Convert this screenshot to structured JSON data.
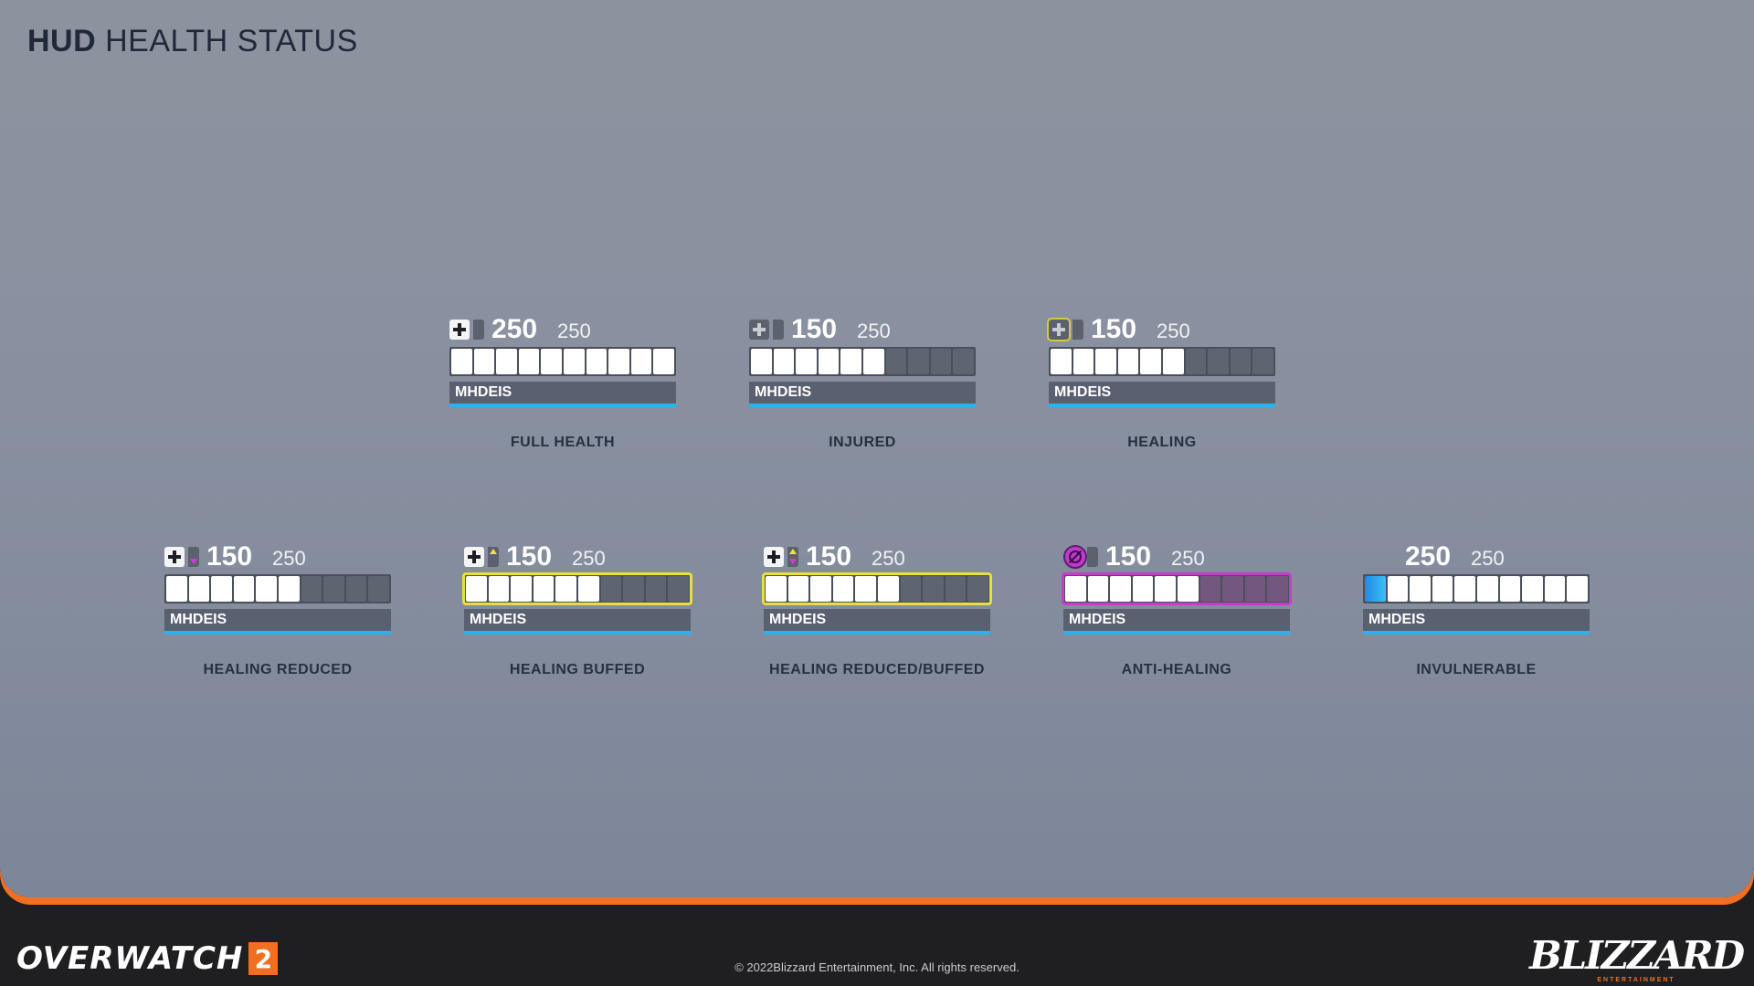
{
  "title": {
    "bold": "HUD",
    "rest": " HEALTH STATUS"
  },
  "hero_name": "MHDEIS",
  "states": [
    {
      "id": "full-health",
      "caption": "FULL HEALTH",
      "hp_current": "250",
      "hp_max": "250",
      "filled_segments": 10,
      "icon": "heal-cross-icon",
      "variant": "normal"
    },
    {
      "id": "injured",
      "caption": "INJURED",
      "hp_current": "150",
      "hp_max": "250",
      "filled_segments": 6,
      "icon": "heal-cross-icon",
      "variant": "injured"
    },
    {
      "id": "healing",
      "caption": "HEALING",
      "hp_current": "150",
      "hp_max": "250",
      "filled_segments": 6,
      "icon": "heal-cross-icon",
      "variant": "healing"
    },
    {
      "id": "healing-reduced",
      "caption": "HEALING REDUCED",
      "hp_current": "150",
      "hp_max": "250",
      "filled_segments": 6,
      "icon": "heal-cross-icon",
      "variant": "reduced"
    },
    {
      "id": "healing-buffed",
      "caption": "HEALING BUFFED",
      "hp_current": "150",
      "hp_max": "250",
      "filled_segments": 6,
      "icon": "heal-cross-icon",
      "variant": "buffed"
    },
    {
      "id": "healing-reduced-buffed",
      "caption": "HEALING REDUCED/BUFFED",
      "hp_current": "150",
      "hp_max": "250",
      "filled_segments": 6,
      "icon": "heal-cross-icon",
      "variant": "reduced-buffed"
    },
    {
      "id": "anti-healing",
      "caption": "ANTI-HEALING",
      "hp_current": "150",
      "hp_max": "250",
      "filled_segments": 6,
      "icon": "anti-heal-icon",
      "variant": "anti"
    },
    {
      "id": "invulnerable",
      "caption": "INVULNERABLE",
      "hp_current": "250",
      "hp_max": "250",
      "filled_segments": 10,
      "icon": "none",
      "variant": "invulnerable"
    }
  ],
  "total_segments": 10,
  "colors": {
    "accent_orange": "#f26f21",
    "nameplate_underline": "#25b4ee",
    "buff_yellow": "#e8df3e",
    "anti_purple": "#c83ad0",
    "shield_blue": "#1f8ae8"
  },
  "footer": {
    "logo_word": "OVERWATCH",
    "logo_number": "2",
    "copyright": "© 2022Blizzard Entertainment, Inc. All rights reserved.",
    "publisher": "BLIZZARD",
    "publisher_sub": "ENTERTAINMENT"
  }
}
